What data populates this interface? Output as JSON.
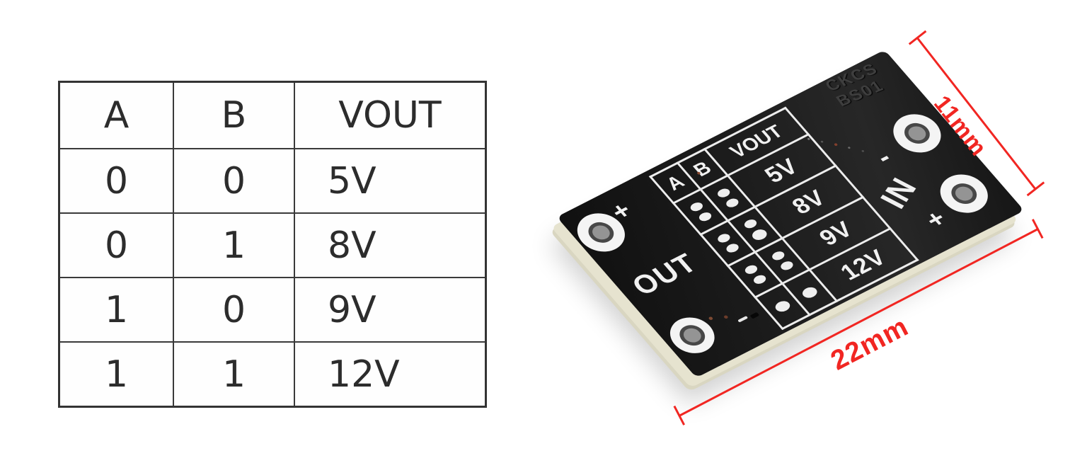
{
  "truth_table": {
    "headers": [
      "A",
      "B",
      "VOUT"
    ],
    "rows": [
      [
        "0",
        "0",
        "5V"
      ],
      [
        "0",
        "1",
        "8V"
      ],
      [
        "1",
        "0",
        "9V"
      ],
      [
        "1",
        "1",
        "12V"
      ]
    ]
  },
  "pcb": {
    "brand": [
      "CKCS",
      "BS01"
    ],
    "silkscreen_table": {
      "headers": [
        "A",
        "B",
        "VOUT"
      ],
      "voltages": [
        "5V",
        "8V",
        "9V",
        "12V"
      ]
    },
    "labels": {
      "out": "OUT",
      "in": "IN",
      "out_plus": "+",
      "in_plus": "+",
      "in_minus": "-",
      "bottom_minus": "-"
    }
  },
  "dimensions": {
    "length": "22mm",
    "height": "11mm"
  },
  "colors": {
    "dimension_red": "#f12622",
    "board_black": "#1a1a1a",
    "silkscreen_white": "#f1f1f1",
    "substrate_edge": "#e6e3cf"
  }
}
